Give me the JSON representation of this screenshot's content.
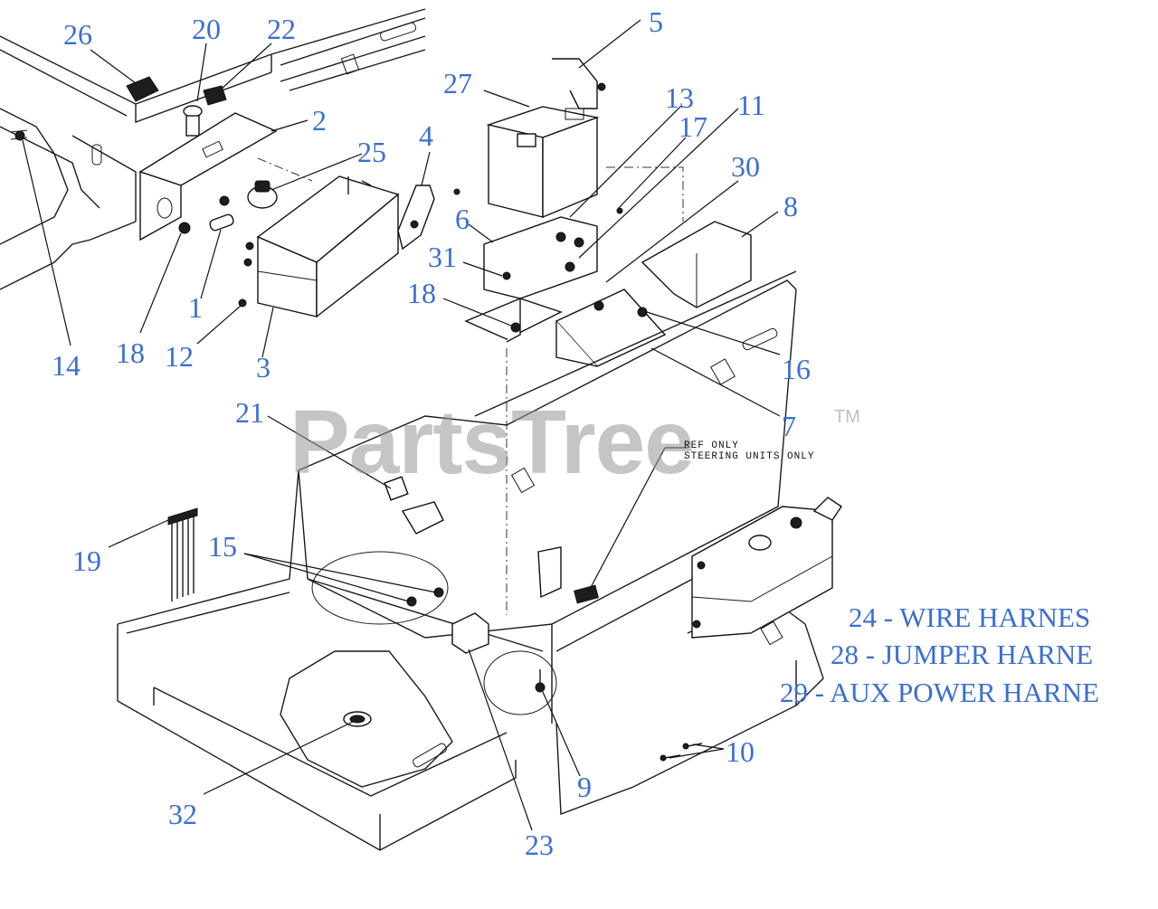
{
  "watermark": {
    "text": "PartsTree",
    "trademark": "TM"
  },
  "callouts": {
    "c1": "1",
    "c2": "2",
    "c3": "3",
    "c4": "4",
    "c5": "5",
    "c6": "6",
    "c7": "7",
    "c8": "8",
    "c9": "9",
    "c10": "10",
    "c11": "11",
    "c12": "12",
    "c13": "13",
    "c14": "14",
    "c15": "15",
    "c16": "16",
    "c17": "17",
    "c18a": "18",
    "c18b": "18",
    "c19": "19",
    "c20": "20",
    "c21": "21",
    "c22": "22",
    "c23": "23",
    "c25": "25",
    "c26": "26",
    "c27": "27",
    "c30": "30",
    "c31": "31",
    "c32": "32"
  },
  "note": {
    "line1": "REF ONLY",
    "line2": "STEERING UNITS ONLY"
  },
  "legend": [
    "24 - WIRE HARNES",
    "28 - JUMPER HARNE",
    "29 - AUX POWER HARNE"
  ],
  "colors": {
    "callout": "#3b6fd1",
    "linework": "#1a1a1a",
    "watermark": "#969696"
  }
}
